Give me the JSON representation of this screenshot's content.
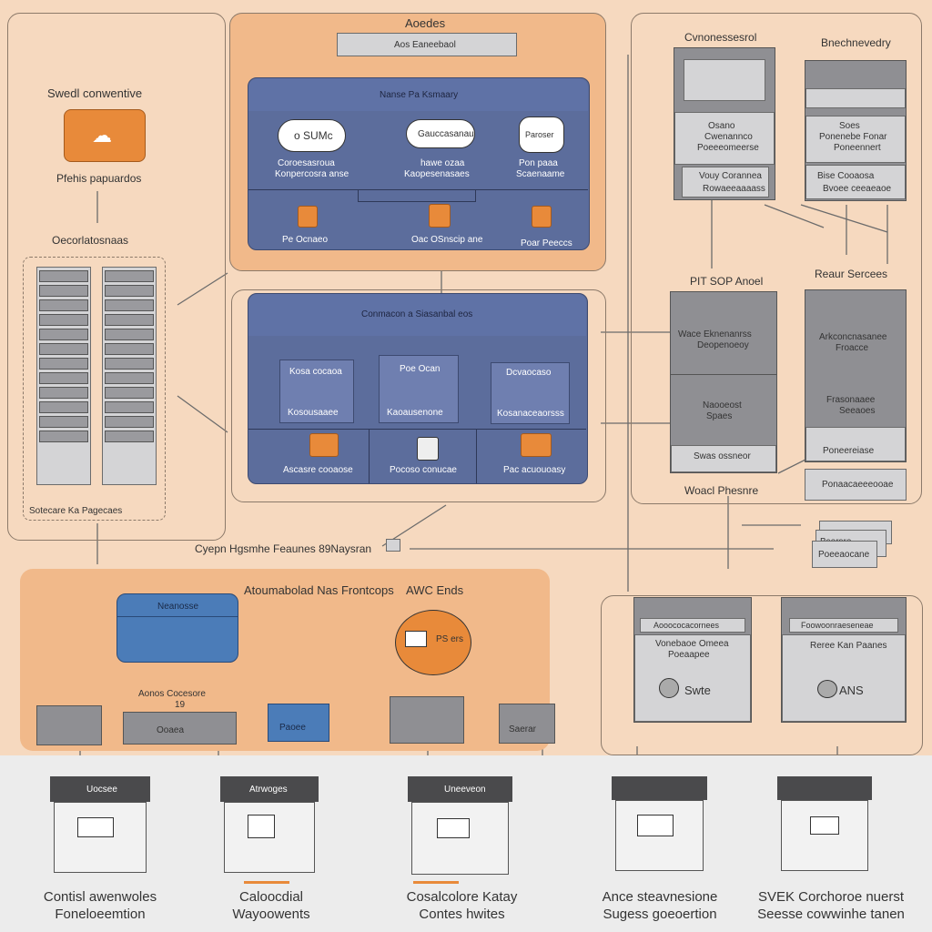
{
  "top_center": {
    "title": "Aoedes",
    "header_box": "Aos Eaneebaol",
    "panel_title": "Nanse Pa Ksmaary",
    "clouds": [
      {
        "label": "o SUMc",
        "caption1": "Coroesasroua",
        "caption2": "Konpercosra anse"
      },
      {
        "label": "Gauccasanau",
        "caption1": "hawe ozaa",
        "caption2": "Kaopesenasaes"
      },
      {
        "label": "Paroser",
        "caption1": "Pon paaa",
        "caption2": "Scaenaame"
      }
    ],
    "servers": [
      "Pe Ocnaeo",
      "Oac OSnscip ane",
      "Poar Peeccs"
    ]
  },
  "left": {
    "title": "Swedl conwentive",
    "subtitle": "Pfehis papuardos",
    "storage_title": "Oecorlatosnaas",
    "storage_caption": "Sotecare Ka Pagecaes"
  },
  "middle": {
    "panel_title": "Conmacon a Siasanbal eos",
    "boxes": [
      {
        "line1": "Kosa cocaoa",
        "line2": "Kosousaaee"
      },
      {
        "line1": "Poe Ocan",
        "line2": "Kaoausenone"
      },
      {
        "line1": "Dcvaocaso",
        "line2": "Kosanaceaorsss"
      }
    ],
    "footers": [
      "Ascasre cooaose",
      "Pocoso conucae",
      "Pac acuouoasy"
    ]
  },
  "right": {
    "col1_title": "Cvnonessesrol",
    "col1_block_lines": [
      "Osano",
      "Cwenannco",
      "Poeeeomeerse"
    ],
    "col1_footer_lines": [
      "Vouy Corannea",
      "Rowaeeaaaass"
    ],
    "col2_title": "Bnechnevedry",
    "col2_block_lines": [
      "Soes",
      "Ponenebe Fonar",
      "Poneennert"
    ],
    "col2_footer_lines": [
      "Bise Cooaosa",
      "Bvoee ceeaeaoe"
    ],
    "mid1_title": "PIT SOP Anoel",
    "mid1_lines": [
      "Wace Eknenanrss",
      "Deopenoeoy",
      "Naooeost",
      "Spaes",
      "Swas ossneor"
    ],
    "mid1_caption": "Woacl Phesnre",
    "mid2_title": "Reaur Sercees",
    "mid2_lines": [
      "Arkconcnasanee",
      "Froacce",
      "Frasonaaee",
      "Seeaoes",
      "Poneereiase"
    ],
    "mid2_caption": "Ponaacaeeeooae",
    "stack_labels": [
      "Bsorsre",
      "Poeeaocane"
    ]
  },
  "bottom": {
    "cross_label": "Cyepn Hgsmhe Feaunes 89Naysran",
    "automated_title": "Atoumabolad Nas Frontcops",
    "awc_label": "AWC Ends",
    "stack_title": "Neanosse",
    "stack_label": "Aonos Cocesore",
    "stack_num": "19",
    "equip": [
      "Ooaea",
      "Paoee",
      "Saerar"
    ],
    "globe_label": "PS ers",
    "right_boxes": [
      {
        "header": "Aooococacornees",
        "line": "Vonebaoe Omeea",
        "sub": "Poeaapee",
        "brand": "Swte"
      },
      {
        "header": "Foowoonraeseneae",
        "line": "Reree Kan Paanes",
        "sub": "",
        "brand": "ANS"
      }
    ],
    "terminals": [
      {
        "title": "Uocsee",
        "caption1": "Contisl awenwoles",
        "caption2": "Foneloeemtion"
      },
      {
        "title": "Atrwoges",
        "caption1": "Caloocdial",
        "caption2": "Wayoowents"
      },
      {
        "title": "Uneeveon",
        "caption1": "Cosalcolore Katay",
        "caption2": "Contes hwites"
      },
      {
        "title": "",
        "caption1": "Ance steavnesione",
        "caption2": "Sugess goeoertion"
      },
      {
        "title": "",
        "caption1": "SVEK Corchoroe nuerst",
        "caption2": "Seesse cowwinhe tanen"
      }
    ]
  },
  "colors": {
    "background": "#f6d9bf",
    "peach": "#f1b98a",
    "blue": "#5c6d9c",
    "orange": "#e88a3a",
    "gray": "#8f8f93"
  }
}
